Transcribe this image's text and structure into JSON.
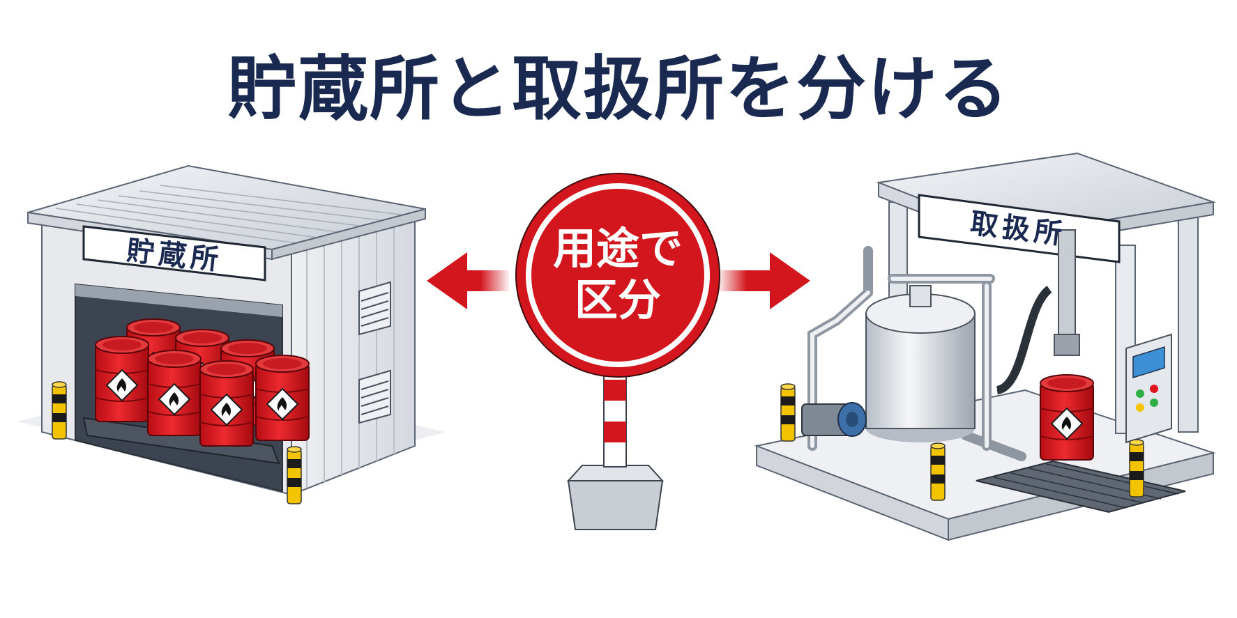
{
  "title": "貯蔵所と取扱所を分ける",
  "storage": {
    "label": "貯蔵所"
  },
  "handling": {
    "label": "取扱所"
  },
  "sign": {
    "line1": "用途で",
    "line2": "区分"
  },
  "colors": {
    "title": "#1a2950",
    "accent_red": "#d3151d",
    "drum_red": "#e0151e",
    "safety_yellow": "#f4c300"
  }
}
